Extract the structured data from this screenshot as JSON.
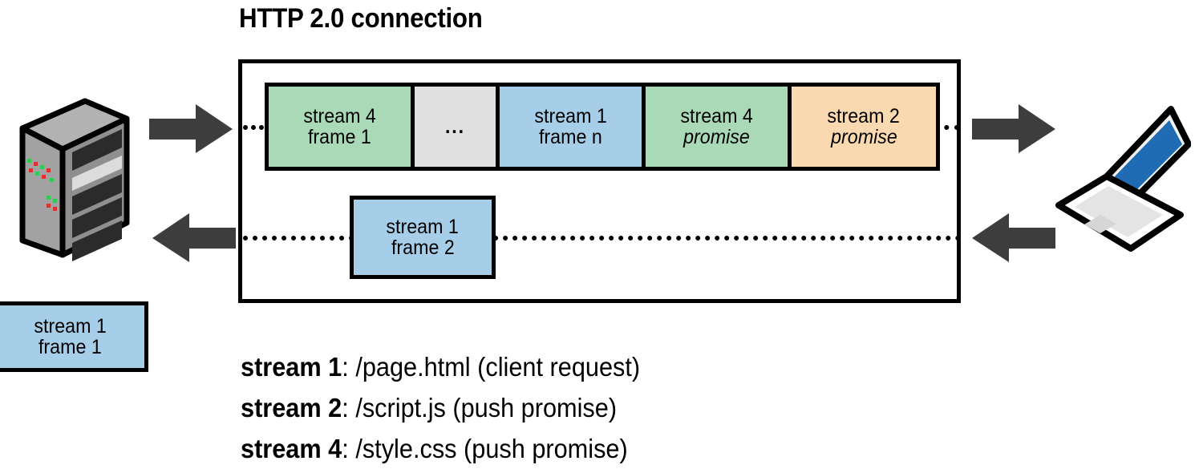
{
  "title": "HTTP 2.0 connection",
  "colors": {
    "green": "#a9d9b6",
    "blue": "#a6cee8",
    "orange": "#fad9b0",
    "gray": "#e0e0e0",
    "arrow": "#3d3d3d",
    "stroke": "#000000",
    "laptop_screen": "#1f6cb4",
    "server_body": "#909090"
  },
  "connection": {
    "frames": [
      {
        "line1": "stream 4",
        "line2": "frame 1",
        "color": "green",
        "italic2": false,
        "width": 182
      },
      {
        "line1": "",
        "line2": "...",
        "color": "gray",
        "italic2": false,
        "width": 106
      },
      {
        "line1": "stream 1",
        "line2": "frame n",
        "color": "blue",
        "italic2": false,
        "width": 182
      },
      {
        "line1": "stream 4",
        "line2": "promise",
        "color": "green",
        "italic2": true,
        "width": 182
      },
      {
        "line1": "stream 2",
        "line2": "promise",
        "color": "orange",
        "italic2": true,
        "width": 180
      }
    ],
    "lower_frame": {
      "line1": "stream 1",
      "line2": "frame 2",
      "color": "blue"
    }
  },
  "detached_frame": {
    "line1": "stream 1",
    "line2": "frame 1",
    "color": "blue"
  },
  "arrows": [
    {
      "name": "server-to-connection",
      "direction": "right"
    },
    {
      "name": "connection-to-client",
      "direction": "right"
    },
    {
      "name": "connection-to-server",
      "direction": "left"
    },
    {
      "name": "client-to-connection",
      "direction": "left"
    }
  ],
  "endpoints": {
    "server": "server-icon",
    "client": "laptop-icon"
  },
  "legend": [
    {
      "stream": "stream 1",
      "sep": ": ",
      "path": "/page.html",
      "note": "(client request)"
    },
    {
      "stream": "stream 2",
      "sep": ": ",
      "path": "/script.js",
      "note": "(push promise)"
    },
    {
      "stream": "stream 4",
      "sep": ": ",
      "path": "/style.css",
      "note": "(push promise)"
    }
  ]
}
